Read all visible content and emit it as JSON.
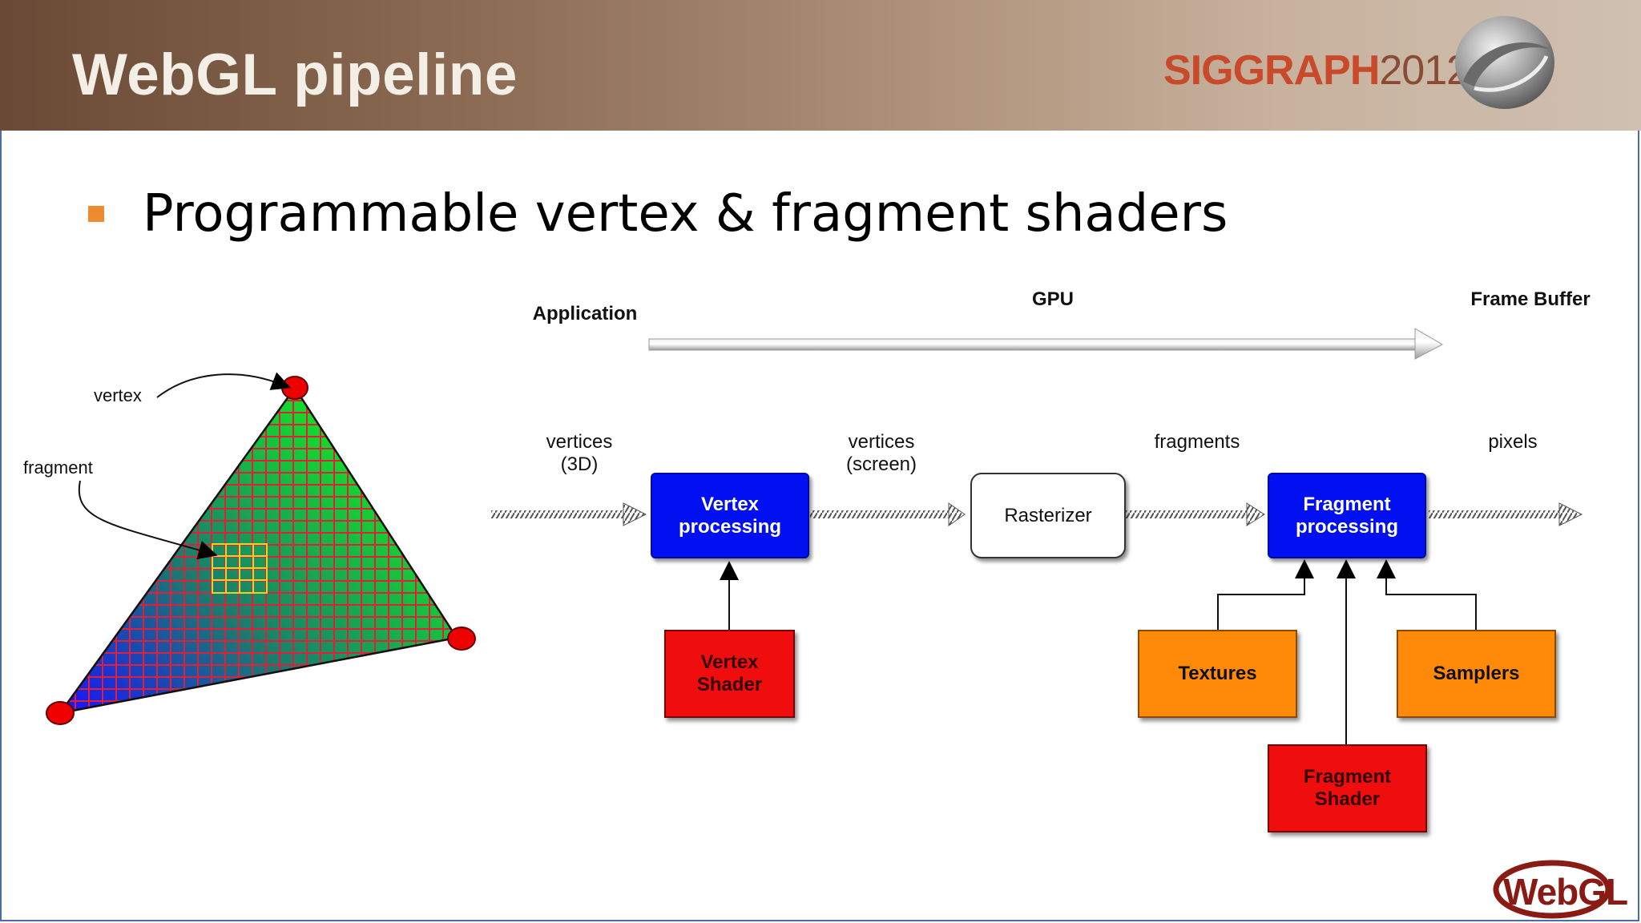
{
  "slide": {
    "title": "WebGL pipeline",
    "brand_main": "SIGGRAPH",
    "brand_year": "2012",
    "bullet": "Programmable vertex & fragment shaders",
    "logo_text": "WebGL"
  },
  "stages": {
    "application": "Application",
    "gpu": "GPU",
    "frame_buffer": "Frame Buffer"
  },
  "flow_labels": {
    "vertices_3d": "vertices\n(3D)",
    "vertices_screen": "vertices\n(screen)",
    "fragments": "fragments",
    "pixels": "pixels"
  },
  "boxes": {
    "vertex_processing": "Vertex\nprocessing",
    "rasterizer": "Rasterizer",
    "fragment_processing": "Fragment\nprocessing",
    "vertex_shader": "Vertex\nShader",
    "textures": "Textures",
    "samplers": "Samplers",
    "fragment_shader": "Fragment\nShader"
  },
  "triangle": {
    "vertex_label": "vertex",
    "fragment_label": "fragment"
  },
  "colors": {
    "header_dark": "#6a4a36",
    "bullet": "#f08a30",
    "processing_box": "#0010f0",
    "shader_box": "#f00d0d",
    "resource_box": "#ff8a0a",
    "vertex_dot": "#ee0000",
    "grid_line": "#e0203a",
    "highlight_grid": "#f0d020"
  }
}
